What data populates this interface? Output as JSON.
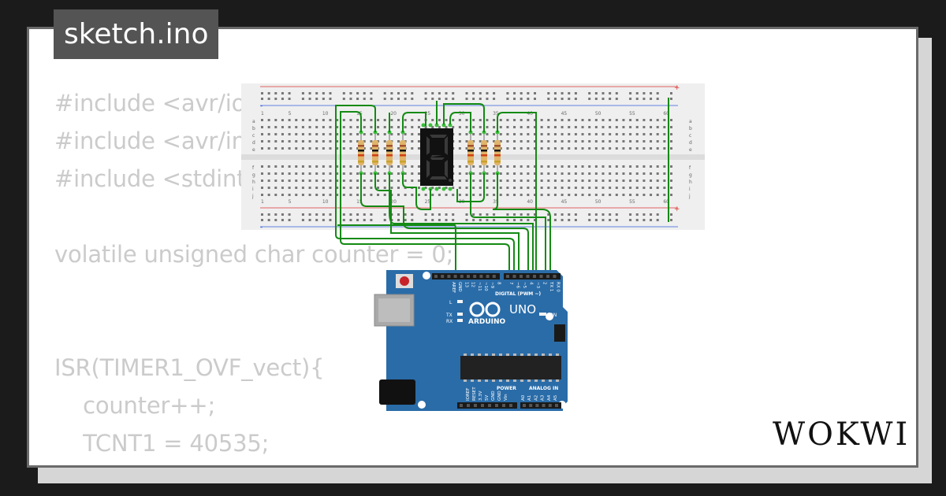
{
  "header": {
    "filename": "sketch.ino"
  },
  "code": {
    "lines": [
      "#include <avr/io.h>",
      "#include <avr/interrupt.h>",
      "#include <stdint.h>",
      "",
      "volatile unsigned char counter = 0;",
      "",
      "",
      "ISR(TIMER1_OVF_vect){",
      "    counter++;",
      "    TCNT1 = 40535;",
      "}"
    ]
  },
  "breadboard": {
    "column_labels": [
      "1",
      "5",
      "10",
      "15",
      "20",
      "25",
      "30",
      "35",
      "40",
      "45",
      "50",
      "55",
      "60"
    ],
    "row_labels_top": [
      "a",
      "b",
      "c",
      "d",
      "e"
    ],
    "row_labels_bottom": [
      "f",
      "g",
      "h",
      "i",
      "j"
    ],
    "rail_plus": "+",
    "rail_minus": "-"
  },
  "display": {
    "digit": "8"
  },
  "arduino": {
    "logo": "ARDUINO",
    "model": "UNO",
    "digital_label": "DIGITAL (PWM ~)",
    "power_label": "POWER",
    "analog_label": "ANALOG IN",
    "led_l": "L",
    "led_tx": "TX",
    "led_rx": "RX",
    "on_label": "ON",
    "header_top_labels": [
      "AREF",
      "GND",
      "13",
      "12",
      "~11",
      "~10",
      "~9",
      "8",
      "7",
      "~6",
      "~5",
      "4",
      "~3",
      "2",
      "TX 1",
      "RX 0"
    ],
    "power_pins": [
      "IOREF",
      "RESET",
      "3.3V",
      "5V",
      "GND",
      "GND",
      "Vin"
    ],
    "analog_pins": [
      "A0",
      "A1",
      "A2",
      "A3",
      "A4",
      "A5"
    ]
  },
  "brand": {
    "name": "WOKWI"
  },
  "colors": {
    "background": "#1b1b1b",
    "card": "#ffffff",
    "code_text": "#cbcbcb",
    "title_bg": "#545454",
    "wire": "#148a14",
    "board": "#2a6ca8",
    "breadboard": "#efefef"
  }
}
